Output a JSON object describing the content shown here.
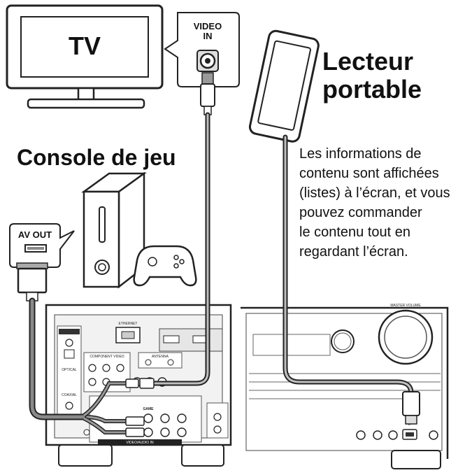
{
  "tv": {
    "label": "TV"
  },
  "video_in": {
    "line1": "VIDEO",
    "line2": "IN"
  },
  "portable_player": {
    "line1": "Lecteur",
    "line2": "portable"
  },
  "game_console": {
    "label": "Console de jeu"
  },
  "av_out": {
    "label": "AV OUT"
  },
  "description": {
    "lines": [
      "Les informations de",
      "contenu sont affichées",
      "(listes) à l’écran, et vous",
      "pouvez commander",
      "le contenu tout en",
      "regardant l’écran."
    ]
  },
  "receiver_rear": {
    "ethernet": "ETHERNET",
    "component_video": "COMPONENT VIDEO",
    "antenna": "ANTENNA",
    "optical": "OPTICAL",
    "coaxial": "COAXIAL",
    "game": "GAME",
    "video_audio_in": "VIDEO/AUDIO IN"
  },
  "receiver_front": {
    "master_volume": "MASTER VOLUME",
    "usb_symbol": "⭟"
  }
}
